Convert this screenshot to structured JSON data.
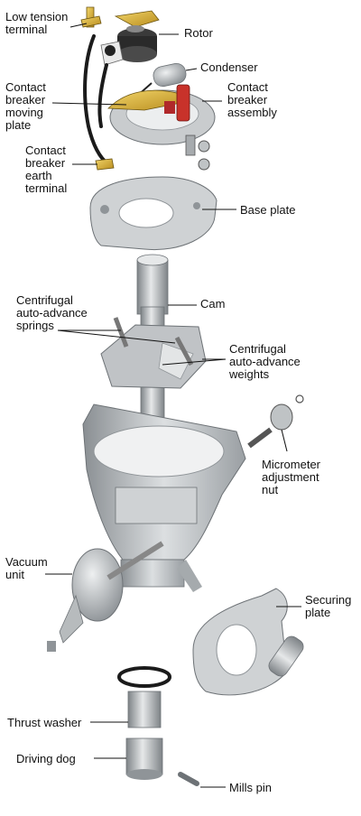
{
  "labels": {
    "low_tension_terminal": [
      "Low tension",
      "terminal"
    ],
    "rotor": [
      "Rotor"
    ],
    "condenser": [
      "Condenser"
    ],
    "contact_breaker_moving_plate": [
      "Contact",
      "breaker",
      "moving",
      "plate"
    ],
    "contact_breaker_assembly": [
      "Contact",
      "breaker",
      "assembly"
    ],
    "contact_breaker_earth_terminal": [
      "Contact",
      "breaker",
      "earth",
      "terminal"
    ],
    "base_plate": [
      "Base plate"
    ],
    "cam": [
      "Cam"
    ],
    "centrifugal_auto_advance_springs": [
      "Centrifugal",
      "auto-advance",
      "springs"
    ],
    "centrifugal_auto_advance_weights": [
      "Centrifugal",
      "auto-advance",
      "weights"
    ],
    "micrometer_adjustment_nut": [
      "Micrometer",
      "adjustment",
      "nut"
    ],
    "vacuum_unit": [
      "Vacuum",
      "unit"
    ],
    "securing_plate": [
      "Securing",
      "plate"
    ],
    "thrust_washer": [
      "Thrust washer"
    ],
    "driving_dog": [
      "Driving dog"
    ],
    "mills_pin": [
      "Mills pin"
    ]
  },
  "colors": {
    "metal": "#c9ccce",
    "metal_dark": "#8f9498",
    "brass": "#d8b23a",
    "red": "#c8322a",
    "cable": "#1b1b1b",
    "leader": "#111111"
  }
}
